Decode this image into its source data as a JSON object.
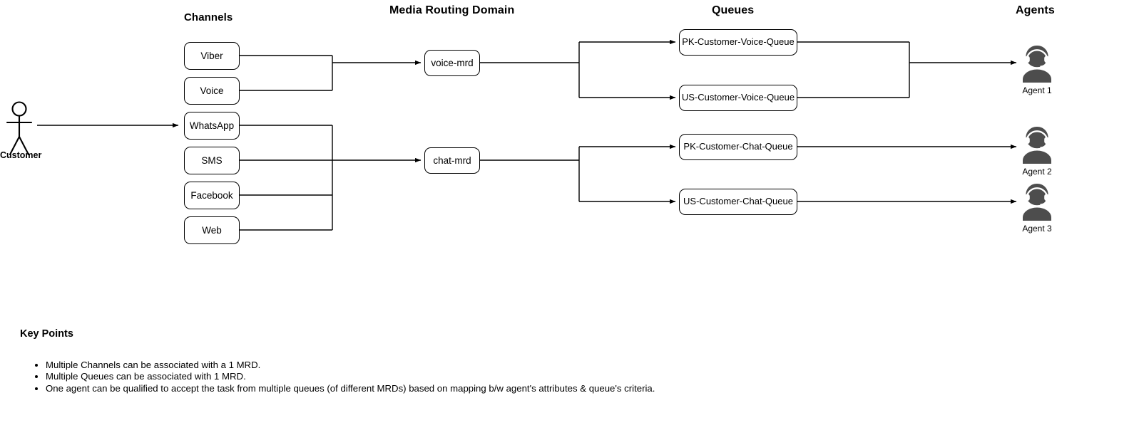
{
  "headers": {
    "channels": "Channels",
    "mrd": "Media Routing Domain",
    "queues": "Queues",
    "agents": "Agents"
  },
  "customer": {
    "label": "Customer",
    "icon": "stick-figure-person-icon"
  },
  "channels": [
    {
      "label": "Viber"
    },
    {
      "label": "Voice"
    },
    {
      "label": "WhatsApp"
    },
    {
      "label": "SMS"
    },
    {
      "label": "Facebook"
    },
    {
      "label": "Web"
    }
  ],
  "mrds": [
    {
      "label": "voice-mrd"
    },
    {
      "label": "chat-mrd"
    }
  ],
  "queues": [
    {
      "label": "PK-Customer-Voice-Queue"
    },
    {
      "label": "US-Customer-Voice-Queue"
    },
    {
      "label": "PK-Customer-Chat-Queue"
    },
    {
      "label": "US-Customer-Chat-Queue"
    }
  ],
  "agents": [
    {
      "label": "Agent 1",
      "icon": "agent-headset-icon"
    },
    {
      "label": "Agent 2",
      "icon": "agent-headset-icon"
    },
    {
      "label": "Agent 3",
      "icon": "agent-headset-icon"
    }
  ],
  "key_points": {
    "title": "Key Points",
    "items": [
      "Multiple Channels can be associated with a 1 MRD.",
      "Multiple Queues can be associated with 1 MRD.",
      "One agent can be qualified to accept the task from multiple queues (of different MRDs) based on mapping b/w agent's attributes & queue's criteria."
    ]
  },
  "colors": {
    "stroke": "#000000",
    "background": "#ffffff",
    "agent_icon": "#4d4d4d",
    "text": "#000000"
  }
}
